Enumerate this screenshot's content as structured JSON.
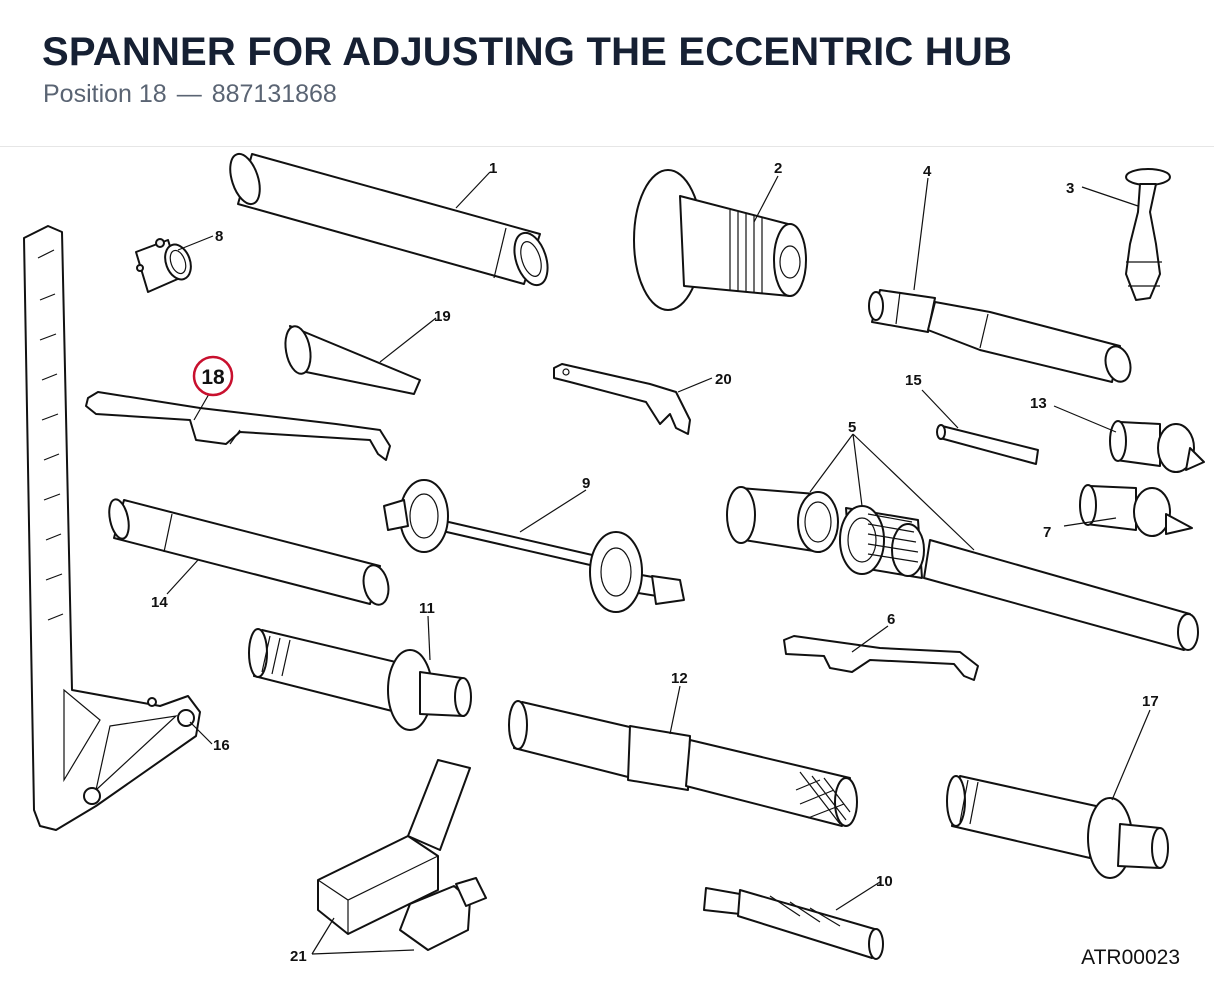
{
  "header": {
    "title": "SPANNER FOR ADJUSTING THE ECCENTRIC HUB",
    "position_label": "Position 18",
    "separator": "—",
    "part_number": "887131868"
  },
  "diagram": {
    "reference_code": "ATR00023",
    "highlight_color": "#c8102e",
    "highlighted_callout": "18",
    "callouts": {
      "c1": "1",
      "c2": "2",
      "c3": "3",
      "c4": "4",
      "c5": "5",
      "c6": "6",
      "c7": "7",
      "c8": "8",
      "c9": "9",
      "c10": "10",
      "c11": "11",
      "c12": "12",
      "c13": "13",
      "c14": "14",
      "c15": "15",
      "c16": "16",
      "c17": "17",
      "c18": "18",
      "c19": "19",
      "c20": "20",
      "c21": "21"
    }
  }
}
